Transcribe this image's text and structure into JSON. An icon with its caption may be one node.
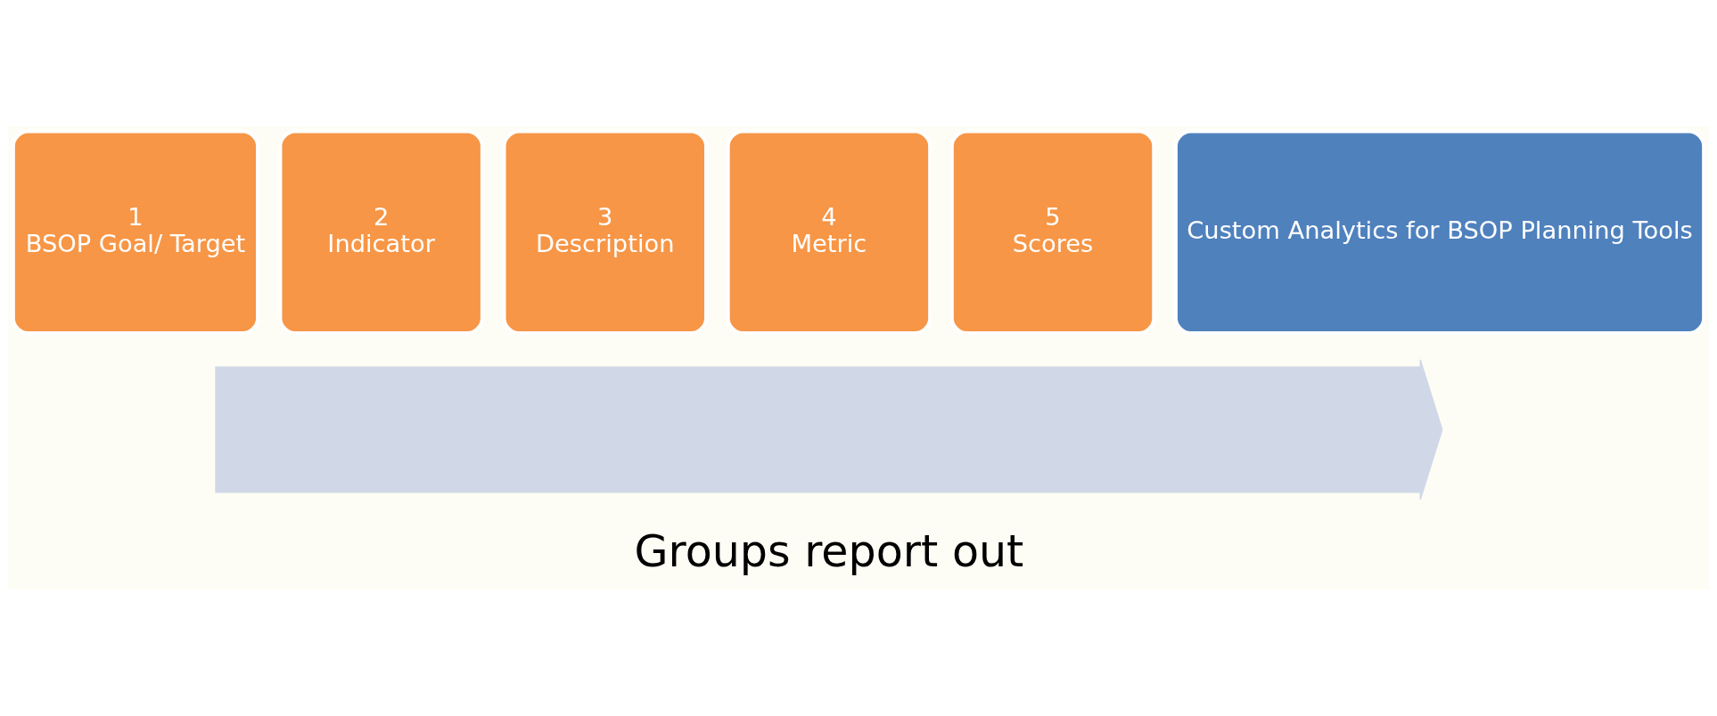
{
  "diagram": {
    "nodes": [
      {
        "text": [],
        "shape": "arrow"
      },
      {
        "text": [
          "1",
          "BSOP Goal/ Target"
        ]
      },
      {
        "text": [
          "2",
          "Indicator"
        ]
      },
      {
        "text": [
          "3",
          "Description"
        ]
      },
      {
        "text": [
          "4",
          "Metric"
        ]
      },
      {
        "text": [
          "5",
          "Scores"
        ]
      },
      {
        "text": [
          "Custom Analytics for BSOP Planning Tools"
        ]
      }
    ],
    "edges": [],
    "labels": [
      "Groups report out"
    ]
  }
}
